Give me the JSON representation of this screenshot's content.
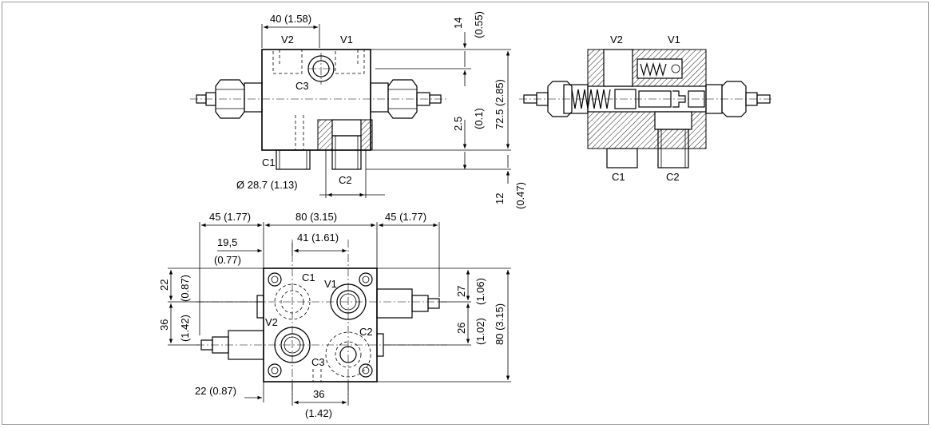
{
  "top_view": {
    "dim_width": "40 (1.58)",
    "dim_top_mm": "14",
    "dim_top_in": "(0.55)",
    "dim_mid_mm": "2.5",
    "dim_mid_in": "(0.1)",
    "dim_height": "72.5 (2.85)",
    "dim_bottom_mm": "12",
    "dim_bottom_in": "(0.47)",
    "dim_diameter": "Ø 28.7 (1.13)",
    "port_v2": "V2",
    "port_v1": "V1",
    "port_c3": "C3",
    "port_c1": "C1",
    "port_c2": "C2"
  },
  "section_view": {
    "port_v2": "V2",
    "port_v1": "V1",
    "port_c1": "C1",
    "port_c2": "C2"
  },
  "plan_view": {
    "dim_left": "45 (1.77)",
    "dim_center": "80 (3.15)",
    "dim_right": "45 (1.77)",
    "dim_offset_mm": "19,5",
    "dim_offset_in": "(0.77)",
    "dim_port_spacing": "41 (1.61)",
    "dim_left_top_mm": "22",
    "dim_left_top_in": "(0.87)",
    "dim_left_mid_mm": "36",
    "dim_left_mid_in": "(1.42)",
    "dim_right_top_mm": "27",
    "dim_right_top_in": "(1.06)",
    "dim_right_mid_mm": "26",
    "dim_right_mid_in": "(1.02)",
    "dim_right_total": "80 (3.15)",
    "dim_bottom_left": "22 (0.87)",
    "dim_bottom_mm": "36",
    "dim_bottom_in": "(1.42)",
    "port_c1": "C1",
    "port_v1": "V1",
    "port_v2": "V2",
    "port_c2": "C2",
    "port_c3": "C3"
  }
}
